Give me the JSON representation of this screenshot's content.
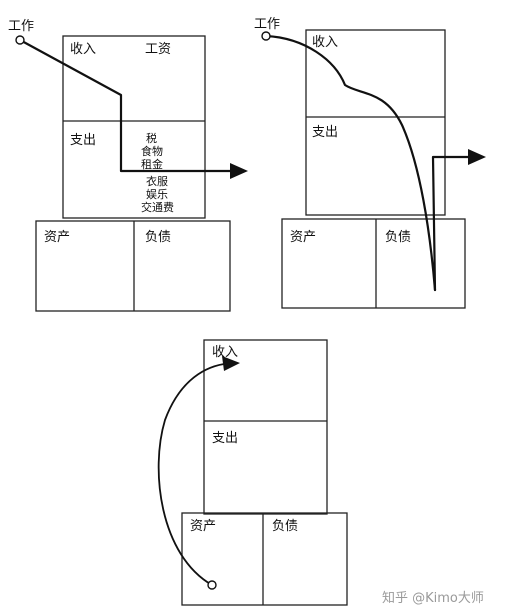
{
  "diagram_1": {
    "work": "工作",
    "income": "收入",
    "salary": "工资",
    "expense": "支出",
    "expense_items": [
      "税",
      "食物",
      "租金",
      "衣服",
      "娱乐",
      "交通费"
    ],
    "assets": "资产",
    "liabilities": "负债"
  },
  "diagram_2": {
    "work": "工作",
    "income": "收入",
    "expense": "支出",
    "assets": "资产",
    "liabilities": "负债"
  },
  "diagram_3": {
    "income": "收入",
    "expense": "支出",
    "assets": "资产",
    "liabilities": "负债"
  },
  "watermark": "知乎 @Kimo大师"
}
